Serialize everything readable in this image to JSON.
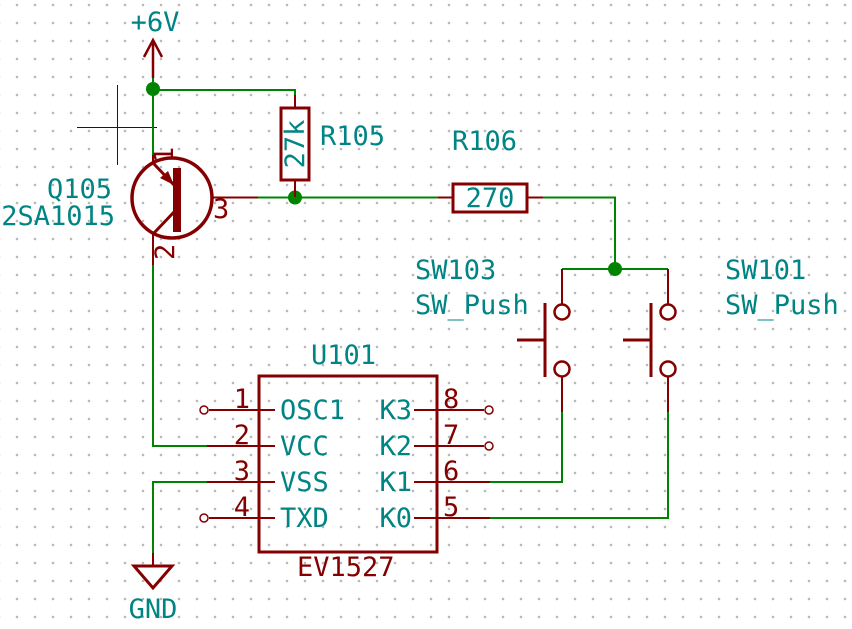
{
  "colors": {
    "wire_green": "#008400",
    "symbol_maroon": "#840000",
    "text_teal": "#008484",
    "grid_dot": "#b9b9b9",
    "background": "#ffffff",
    "crosshair": "#1a1a1a"
  },
  "power_vcc": {
    "label": "+6V"
  },
  "power_gnd": {
    "label": "GND"
  },
  "q105": {
    "ref": "Q105",
    "value": "2SA1015",
    "pin_emitter": "1",
    "pin_collector": "2",
    "pin_base": "3"
  },
  "r105": {
    "ref": "R105",
    "value": "27k"
  },
  "r106": {
    "ref": "R106",
    "value": "270"
  },
  "sw103": {
    "ref": "SW103",
    "value": "SW_Push"
  },
  "sw101": {
    "ref": "SW101",
    "value": "SW_Push"
  },
  "u101": {
    "ref": "U101",
    "value": "EV1527",
    "pins_left": [
      {
        "num": "1",
        "name": "OSC1"
      },
      {
        "num": "2",
        "name": "VCC"
      },
      {
        "num": "3",
        "name": "VSS"
      },
      {
        "num": "4",
        "name": "TXD"
      }
    ],
    "pins_right": [
      {
        "num": "8",
        "name": "K3"
      },
      {
        "num": "7",
        "name": "K2"
      },
      {
        "num": "6",
        "name": "K1"
      },
      {
        "num": "5",
        "name": "K0"
      }
    ]
  }
}
